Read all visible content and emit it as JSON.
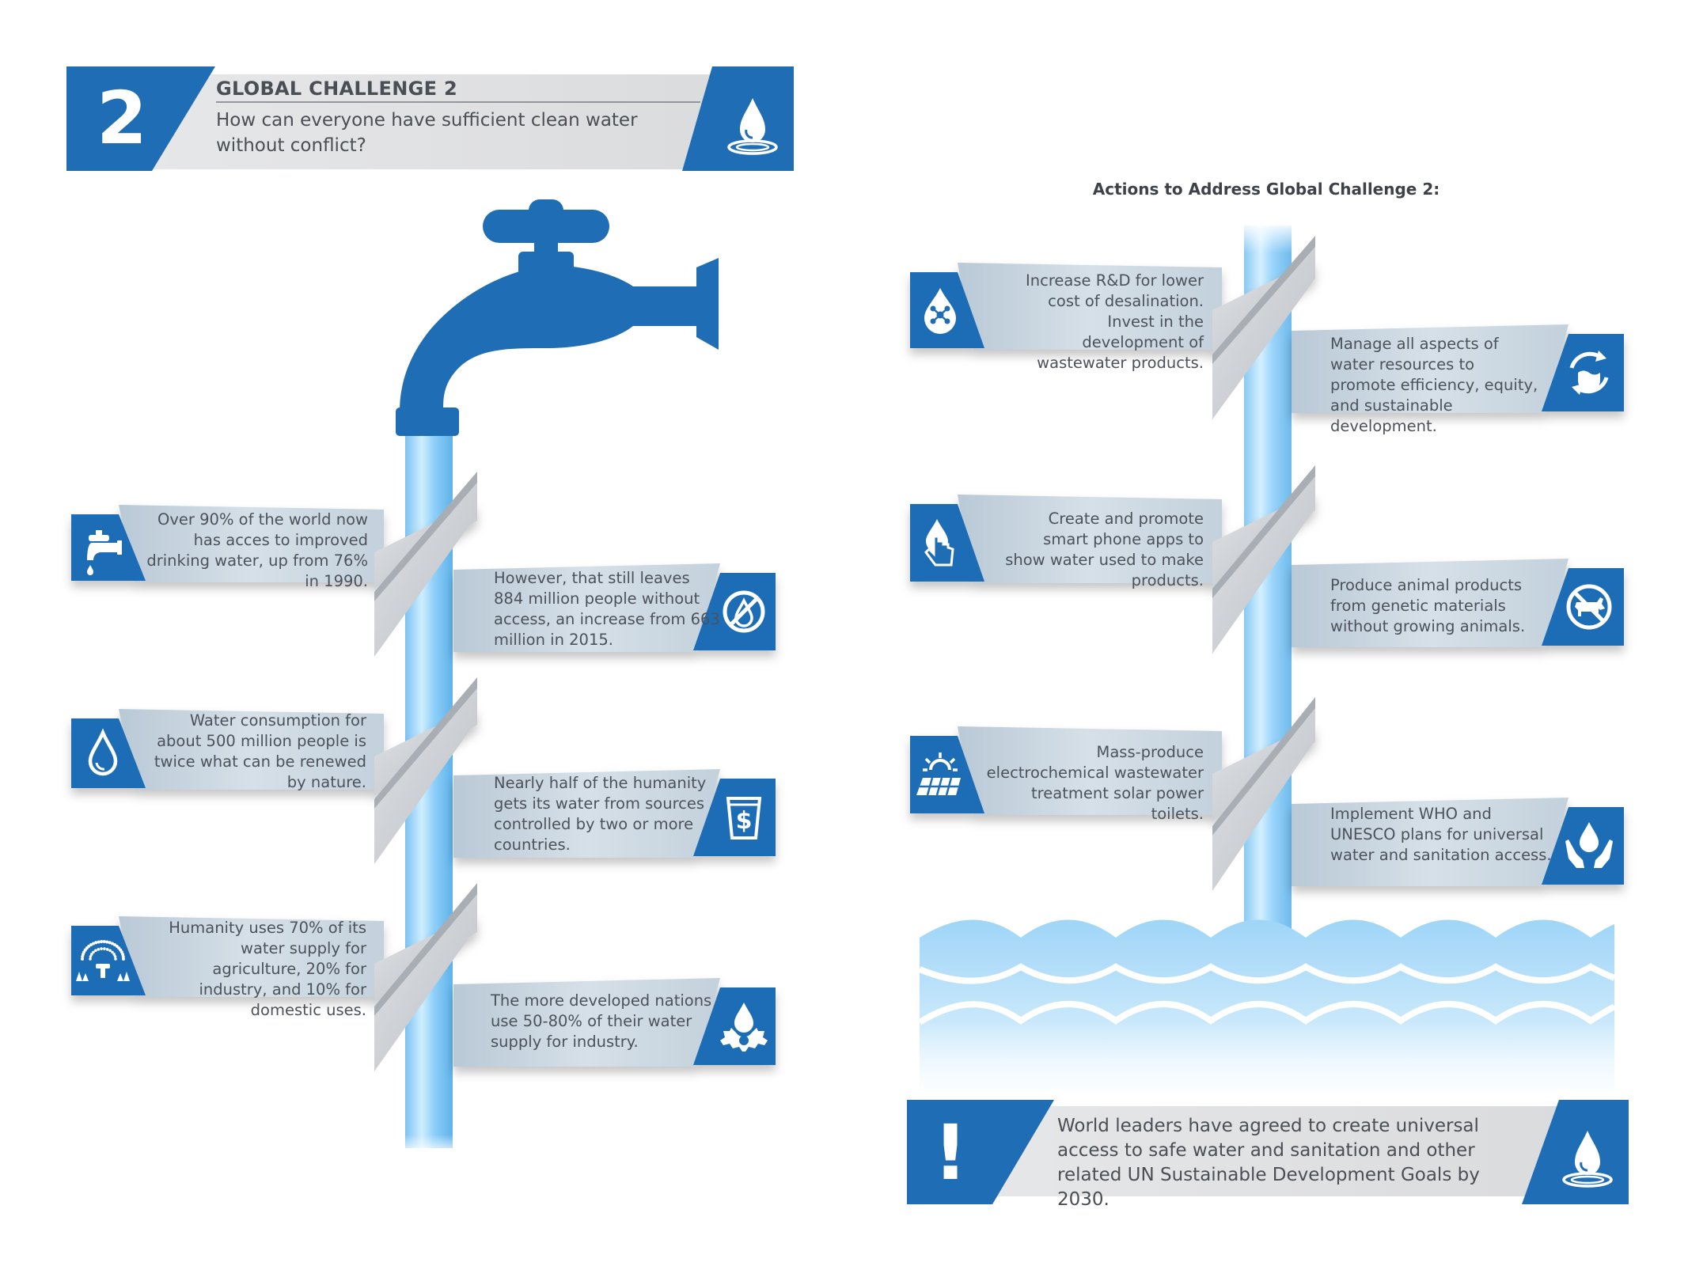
{
  "header": {
    "number": "2",
    "title": "GLOBAL CHALLENGE 2",
    "question": "How can everyone have sufficient clean water without conflict?"
  },
  "facts": [
    {
      "text": "Over 90% of the world now has acces to improved drinking water, up from 76% in 1990.",
      "icon": "faucet-icon"
    },
    {
      "text": "However, that still leaves 884 million people without access, an increase from 663 million in 2015.",
      "icon": "no-water-icon"
    },
    {
      "text": "Water consumption for about 500 million people is twice what can be renewed by nature.",
      "icon": "water-drop-icon"
    },
    {
      "text": "Nearly half of the humanity gets its water from sources controlled by two or more countries.",
      "icon": "dollar-cup-icon"
    },
    {
      "text": "Humanity uses 70% of its water supply for agriculture, 20% for industry, and 10% for domestic uses.",
      "icon": "sprinkler-icon"
    },
    {
      "text": "The more developed nations use 50-80% of their water supply for industry.",
      "icon": "drop-gear-icon"
    }
  ],
  "actions_title": "Actions to Address Global Challenge 2:",
  "actions": [
    {
      "text": "Increase R&D for lower cost of desalination. Invest in the development of wastewater products.",
      "icon": "molecule-drop-icon"
    },
    {
      "text": "Manage all aspects of water resources to promote efficiency, equity, and sustainable development.",
      "icon": "water-cycle-icon"
    },
    {
      "text": "Create and promote smart phone apps to show water used to make products.",
      "icon": "touch-drop-icon"
    },
    {
      "text": "Produce animal products from genetic materials without growing animals.",
      "icon": "no-cow-icon"
    },
    {
      "text": "Mass-produce electrochemical wastewater treatment solar power toilets.",
      "icon": "solar-panel-icon"
    },
    {
      "text": "Implement WHO and UNESCO plans for universal water and sanitation access.",
      "icon": "hands-drop-icon"
    }
  ],
  "bottom_note": {
    "mark": "!",
    "text": "World leaders have agreed to create universal access to safe water and sanitation and other related UN Sustainable Development Goals by 2030."
  },
  "colors": {
    "primary_blue": "#1f6db5",
    "banner_grey": "#c9d6e0",
    "ribbon_grey": "#d3d6da",
    "water_light": "#bfe3fb"
  }
}
